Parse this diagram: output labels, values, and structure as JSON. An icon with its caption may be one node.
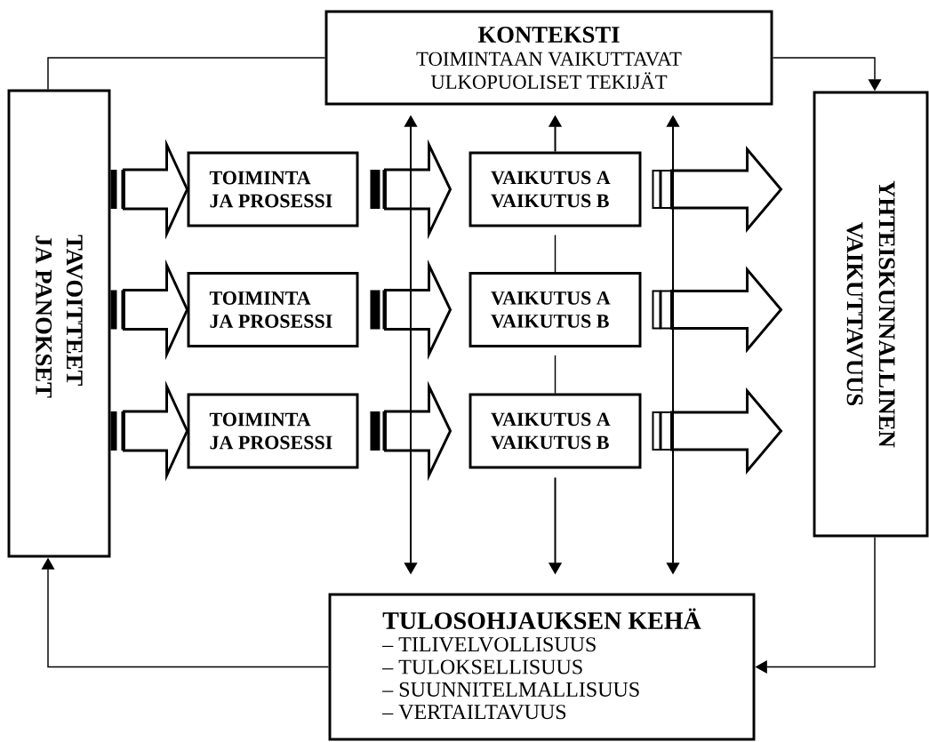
{
  "diagram": {
    "nodes": [
      {
        "text": [
          "KONTEKSTI",
          "TOIMINTAAN VAIKUTTAVAT ULKOPUOLISET TEKIJÄT"
        ]
      },
      {
        "text": [
          "TAVOITTEET JA PANOKSET"
        ]
      },
      {
        "text": [
          "TOIMINTA JA PROSESSI"
        ]
      },
      {
        "text": [
          "TOIMINTA JA PROSESSI"
        ]
      },
      {
        "text": [
          "TOIMINTA JA PROSESSI"
        ]
      },
      {
        "text": [
          "VAIKUTUS A VAIKUTUS B"
        ]
      },
      {
        "text": [
          "VAIKUTUS A VAIKUTUS B"
        ]
      },
      {
        "text": [
          "VAIKUTUS A VAIKUTUS B"
        ]
      },
      {
        "text": [
          "YHTEISKUNNALLINEN VAIKUTTAVUUS"
        ]
      },
      {
        "text": [
          "TULOSOHJAUKSEN KEHÄ",
          "– TILIVELVOLLISUUS",
          "– TULOKSELLISUUS",
          "– SUUNNITELMALLISUUS",
          "– VERTAILTAVUUS"
        ]
      }
    ],
    "edges": [
      {
        "from": 1,
        "to": 0,
        "arrow": "none"
      },
      {
        "from": 0,
        "to": 8,
        "arrow": "to"
      },
      {
        "from": 8,
        "to": 9,
        "arrow": "to"
      },
      {
        "from": 9,
        "to": 1,
        "arrow": "to"
      },
      {
        "from": 1,
        "to": 2,
        "arrow": "to",
        "style": "thick"
      },
      {
        "from": 1,
        "to": 3,
        "arrow": "to",
        "style": "thick"
      },
      {
        "from": 1,
        "to": 4,
        "arrow": "to",
        "style": "thick"
      },
      {
        "from": 2,
        "to": 5,
        "arrow": "to",
        "style": "thick"
      },
      {
        "from": 3,
        "to": 6,
        "arrow": "to",
        "style": "thick"
      },
      {
        "from": 4,
        "to": 7,
        "arrow": "to",
        "style": "thick"
      },
      {
        "from": 5,
        "to": 8,
        "arrow": "to",
        "style": "thick"
      },
      {
        "from": 6,
        "to": 8,
        "arrow": "to",
        "style": "thick"
      },
      {
        "from": 7,
        "to": 8,
        "arrow": "to",
        "style": "thick"
      },
      {
        "from": 0,
        "to": 9,
        "arrow": "both"
      },
      {
        "from": 5,
        "to": 0,
        "arrow": "to"
      },
      {
        "from": 5,
        "to": 6,
        "arrow": "none"
      },
      {
        "from": 6,
        "to": 7,
        "arrow": "none"
      },
      {
        "from": 7,
        "to": 9,
        "arrow": "to"
      },
      {
        "from": 0,
        "to": 9,
        "arrow": "both"
      }
    ]
  }
}
